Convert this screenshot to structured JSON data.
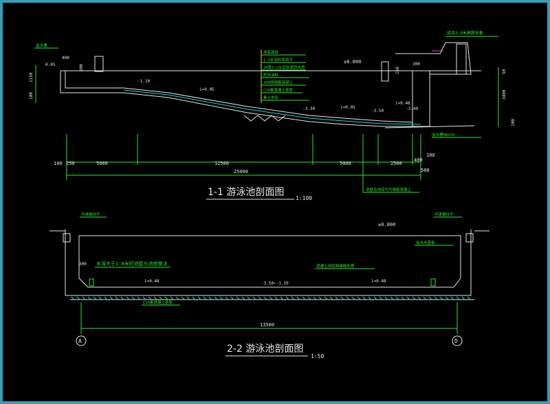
{
  "section1": {
    "title": "1-1 游泳池剖面图",
    "scale": "1:100",
    "levels": {
      "water_surface": "±0.000",
      "shallow": "-1.10",
      "deep_mid": "-3.30",
      "deep": "-3.50",
      "deep_end": "-3.40",
      "left_top": "0.05"
    },
    "slopes": {
      "slope_1": "i=0.05",
      "slope_2": "i=0.05",
      "slope_3": "i=0.48"
    },
    "left_dims": [
      "400",
      "1150",
      "100",
      "300"
    ],
    "right_dims": [
      "150",
      "300",
      "3400",
      "100",
      "50"
    ],
    "bottom_dims": [
      "100",
      "250",
      "5000",
      "12500",
      "5000",
      "2500",
      "400",
      "100"
    ],
    "total_dim": "25000",
    "right_bottom_dim": "500",
    "notes_top_right": "成品3.0米高跳水板",
    "notes_bottom_right": "溢水槽DN150",
    "notes_bottom_center": "池壁及池底均为钢筋混凝土",
    "layer_notes": [
      "池底面砖",
      "1:3水泥砂浆找平",
      "20厚1:2水泥砂浆防水层",
      "防水涂料",
      "200厚钢筋混凝土",
      "C10素混凝土垫层",
      "素土夯实"
    ],
    "left_label": "溢水槽"
  },
  "section2": {
    "title": "2-2 游泳池剖面图",
    "scale": "1:50",
    "water_level": "±0.000",
    "bottom_level": "-3.50~-1.10",
    "slope_left": "i=0.48",
    "slope_right": "i=0.48",
    "note_left": "水深大于1.8米时池壁与池底做法",
    "note_right": "混凝土池底伸缩缝处理",
    "note_bottom": "C10素混凝土垫层",
    "top_left_label": "不锈钢扶手",
    "top_right_label": "不锈钢扶手",
    "right_mid_label": "溢水沟盖板",
    "dim_left": "300",
    "total_dim": "13500",
    "axis_left": "A",
    "axis_right": "D"
  }
}
